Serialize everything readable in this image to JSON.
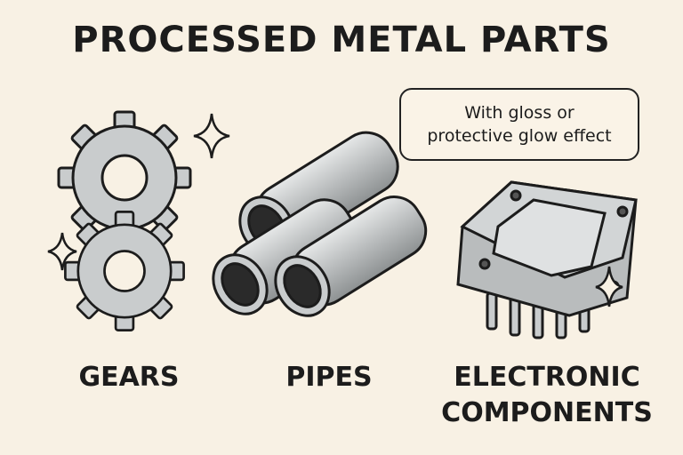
{
  "title": "PROCESSED METAL PARTS",
  "callout": {
    "line1": "With gloss or",
    "line2": "protective glow effect"
  },
  "labels": {
    "gears": "GEARS",
    "pipes": "PIPES",
    "electronic_line1": "ELECTRONIC",
    "electronic_line2": "COMPONENTS"
  },
  "colors": {
    "background": "#f8f1e4",
    "metal": "#c9cccd",
    "outline": "#1c1c1c"
  }
}
